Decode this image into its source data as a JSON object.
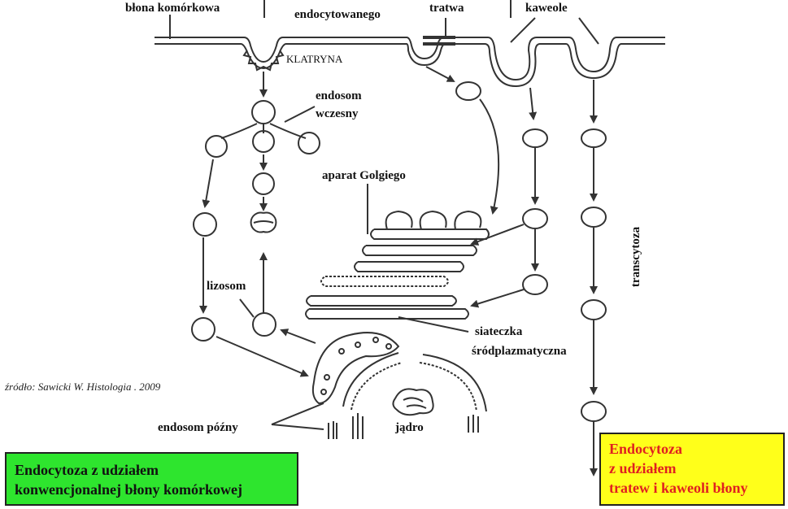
{
  "labels": {
    "blona_komorkowa": "błona komórkowa",
    "endocytowanego": "endocytowanego",
    "tratwa": "tratwa",
    "kaweole": "kaweole",
    "klatryna": "KLATRYNA",
    "endosom_wczesny_1": "endosom",
    "endosom_wczesny_2": "wczesny",
    "aparat_golgiego": "aparat Golgiego",
    "transcytoza": "transcytoza",
    "lizosom": "lizosom",
    "siateczka_1": "siateczka",
    "siateczka_2": "śródplazmatyczna",
    "endosom_pozny": "endosom późny",
    "jadro": "jądro",
    "zrodlo": "źródło: Sawicki W. Histologia . 2009"
  },
  "boxes": {
    "green_line1": "Endocytoza z udziałem",
    "green_line2": "konwencjonalnej błony komórkowej",
    "yellow_line1": "Endocytoza",
    "yellow_line2": "z udziałem",
    "yellow_line3": "tratew i kaweoli błony"
  },
  "colors": {
    "green_box": "#2ee52e",
    "yellow_box": "#ffff1a",
    "yellow_text": "#e02020"
  }
}
